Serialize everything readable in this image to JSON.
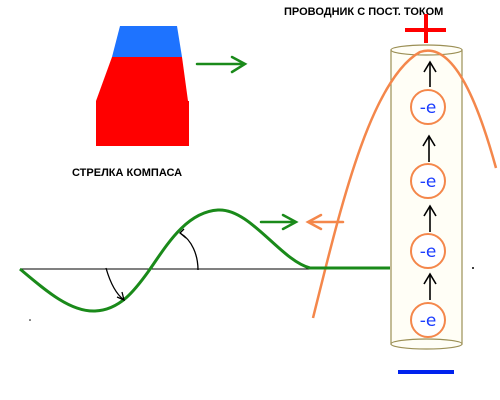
{
  "labels": {
    "conductor_title": "ПРОВОДНИК С ПОСТ. ТОКОМ",
    "compass_caption": "СТРЕЛКА КОМПАСА",
    "plus_sign": "+",
    "minus_sign": "−"
  },
  "electron_label": "-e",
  "electron_count": 4,
  "colors": {
    "compass_top": "#1e73ff",
    "compass_body": "#ff0000",
    "wave": "#1a8a1a",
    "parabola": "#f4874b",
    "electron_ring": "#f4874b",
    "electron_text": "#1a3cff",
    "conductor_fill": "#fffef6",
    "conductor_stroke": "#9b8f55",
    "plus": "#ff0000",
    "minus": "#0022ee",
    "axis": "#000000"
  },
  "icons": {
    "arrow_right": "arrow-right-icon",
    "arrow_left": "arrow-left-icon",
    "arrow_up": "arrow-up-icon",
    "angle_arc": "angle-arc-icon"
  }
}
